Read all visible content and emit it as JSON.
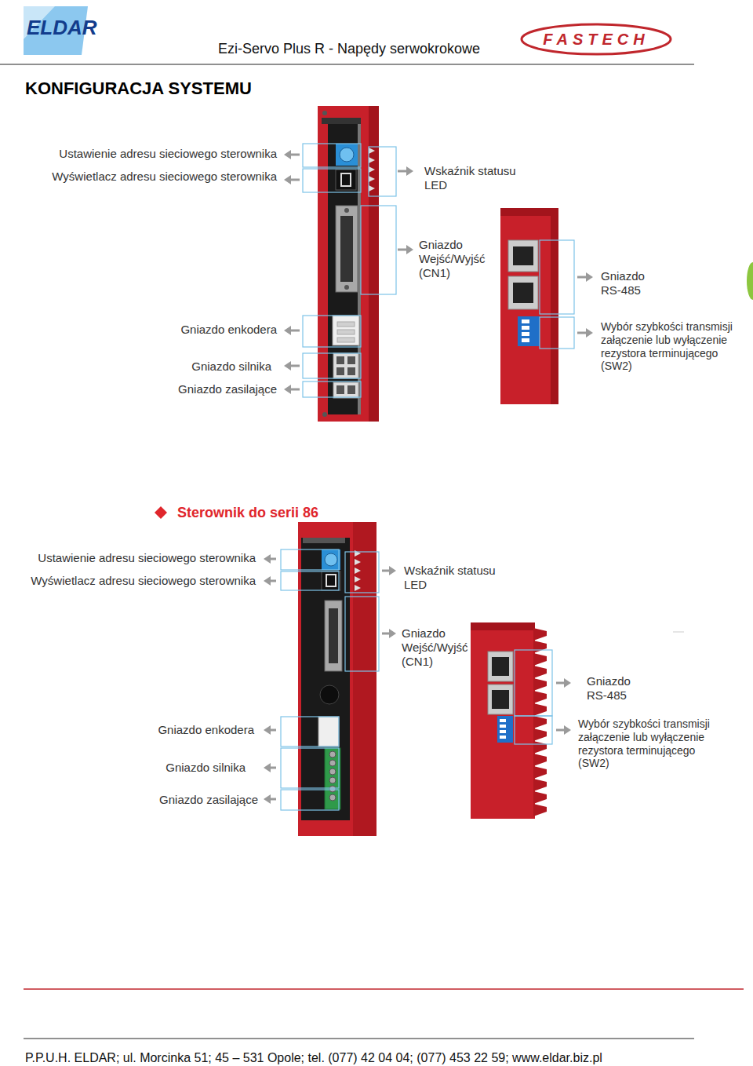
{
  "diagram": {
    "title": "KONFIGURACJA SYSTEMU",
    "labels": [
      "ELDAR",
      "Ezi-Servo Plus R - Napędy serwokrokowe",
      "FASTECH",
      "Ustawienie adresu sieciowego sterownika",
      "Wyświetlacz adresu sieciowego sterownika",
      "Wskaźnik statusu LED",
      "Gniazdo Wejść/Wyjść (CN1)",
      "Gniazdo RS-485",
      "Gniazdo enkodera",
      "Wybór szybkości transmisji załączenie lub wyłączenie rezystora terminującego (SW2)",
      "Gniazdo silnika",
      "Gniazdo zasilające",
      "Sterownik do serii 86",
      "Ustawienie adresu sieciowego sterownika",
      "Wyświetlacz adresu sieciowego sterownika",
      "Wskaźnik statusu LED",
      "Gniazdo Wejść/Wyjść (CN1)",
      "Gniazdo RS-485",
      "Gniazdo enkodera",
      "Wybór szybkości transmisji załączenie lub wyłączenie rezystora terminującego (SW2)",
      "Gniazdo silnika",
      "Gniazdo zasilające",
      "P.P.U.H. ELDAR; ul. Morcinka 51; 45 – 531 Opole; tel. (077) 42 04 04; (077) 453 22 59; www.eldar.biz.pl"
    ]
  }
}
